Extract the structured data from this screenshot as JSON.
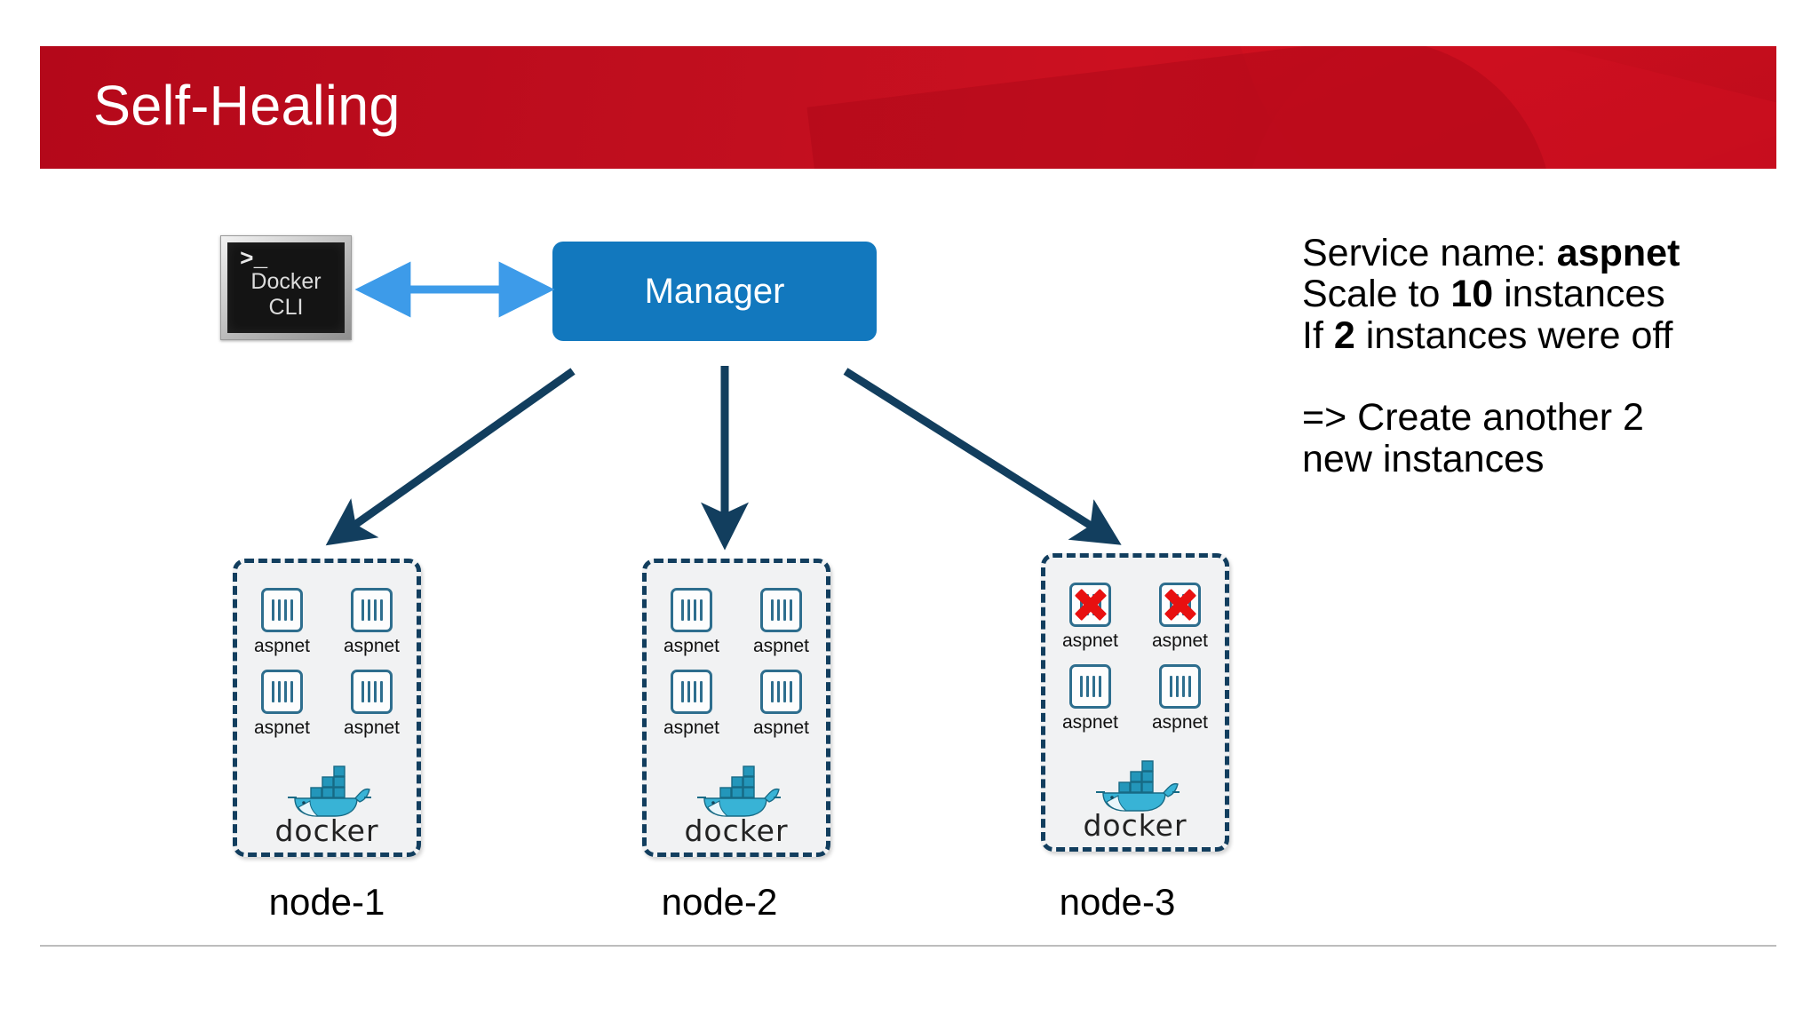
{
  "slide": {
    "title": "Self-Healing",
    "banner_color": "#c20f1f",
    "background": "#ffffff"
  },
  "cli": {
    "prompt": ">_",
    "line1": "Docker",
    "line2": "CLI",
    "name": "docker-cli-icon"
  },
  "manager": {
    "label": "Manager",
    "color": "#1278be"
  },
  "connector": {
    "cli_manager_arrow": "double-headed-arrow",
    "cli_manager_color": "#3d9be9",
    "manager_node_color": "#123e5e"
  },
  "nodes": [
    {
      "label": "node-1",
      "logo_word": "docker",
      "containers": [
        {
          "label": "aspnet",
          "state": "running"
        },
        {
          "label": "aspnet",
          "state": "running"
        },
        {
          "label": "aspnet",
          "state": "running"
        },
        {
          "label": "aspnet",
          "state": "running"
        }
      ]
    },
    {
      "label": "node-2",
      "logo_word": "docker",
      "containers": [
        {
          "label": "aspnet",
          "state": "running"
        },
        {
          "label": "aspnet",
          "state": "running"
        },
        {
          "label": "aspnet",
          "state": "running"
        },
        {
          "label": "aspnet",
          "state": "running"
        }
      ]
    },
    {
      "label": "node-3",
      "logo_word": "docker",
      "containers": [
        {
          "label": "aspnet",
          "state": "failed"
        },
        {
          "label": "aspnet",
          "state": "failed"
        },
        {
          "label": "aspnet",
          "state": "running"
        },
        {
          "label": "aspnet",
          "state": "running"
        }
      ]
    }
  ],
  "notes": {
    "line1_prefix": "Service name: ",
    "line1_bold": "aspnet",
    "line2_prefix": "Scale to ",
    "line2_bold": "10",
    "line2_suffix": " instances",
    "line3_prefix": "If ",
    "line3_bold": "2",
    "line3_suffix": " instances were off",
    "line4": "=> Create another 2",
    "line5": "new instances"
  }
}
